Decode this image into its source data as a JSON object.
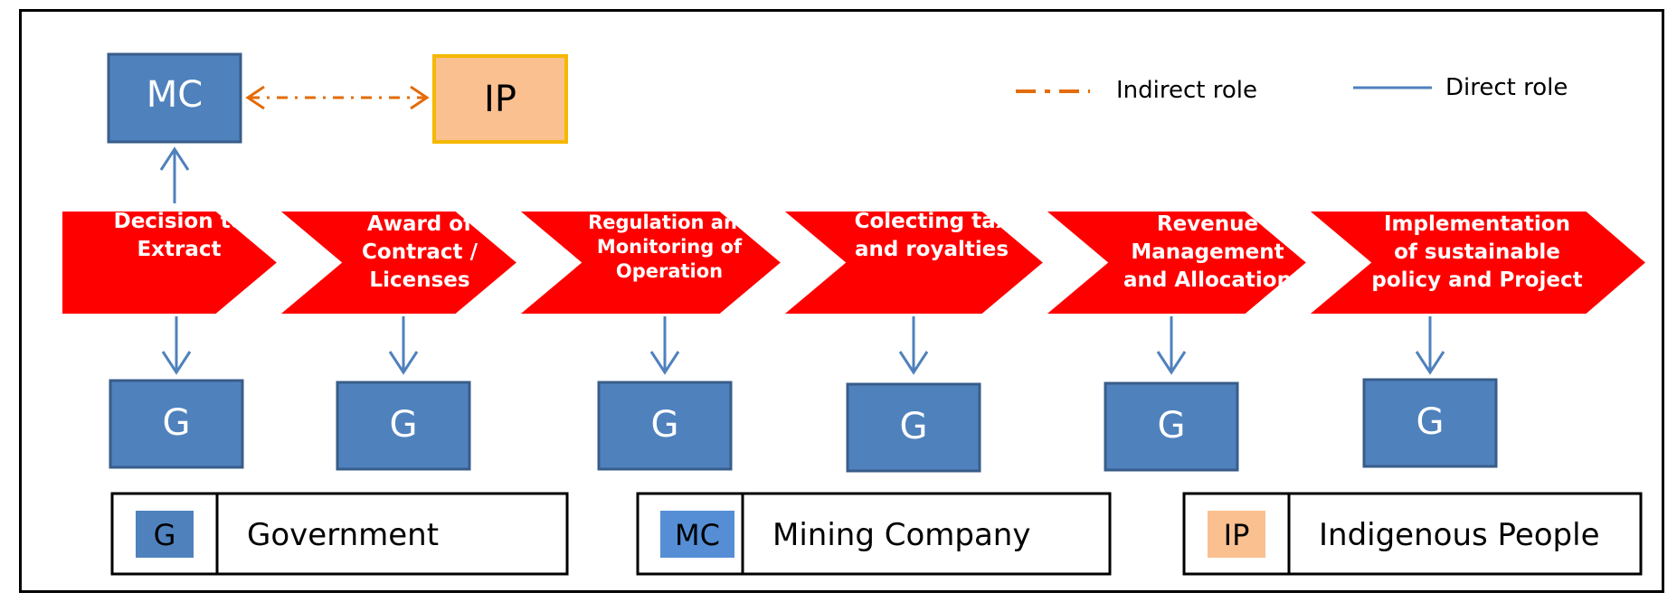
{
  "colors": {
    "government": "#4f81bd",
    "mining_company": "#4f81bd",
    "indigenous_people": "#fac090",
    "ip_border": "#f5b800",
    "chevron": "#ff0000",
    "indirect": "#e36c09",
    "direct": "#4f81bd"
  },
  "actors": {
    "mc": "MC",
    "ip": "IP"
  },
  "legend": {
    "indirect_label": "Indirect role",
    "direct_label": "Direct role"
  },
  "stages": [
    {
      "lines": [
        "Decision to",
        "Extract"
      ],
      "actor": "G"
    },
    {
      "lines": [
        "Award of",
        "Contract /",
        "Licenses"
      ],
      "actor": "G"
    },
    {
      "lines": [
        "Regulation and",
        "Monitoring of",
        "Operation"
      ],
      "actor": "G"
    },
    {
      "lines": [
        "Colecting tax",
        "and royalties"
      ],
      "actor": "G"
    },
    {
      "lines": [
        "Revenue",
        "Management",
        "and Allocation"
      ],
      "actor": "G"
    },
    {
      "lines": [
        "Implementation",
        "of sustainable",
        "policy and Project"
      ],
      "actor": "G"
    }
  ],
  "key": [
    {
      "code": "G",
      "label": "Government",
      "color": "#4f81bd"
    },
    {
      "code": "MC",
      "label": "Mining Company",
      "color": "#558ed5"
    },
    {
      "code": "IP",
      "label": "Indigenous People",
      "color": "#fac090"
    }
  ]
}
